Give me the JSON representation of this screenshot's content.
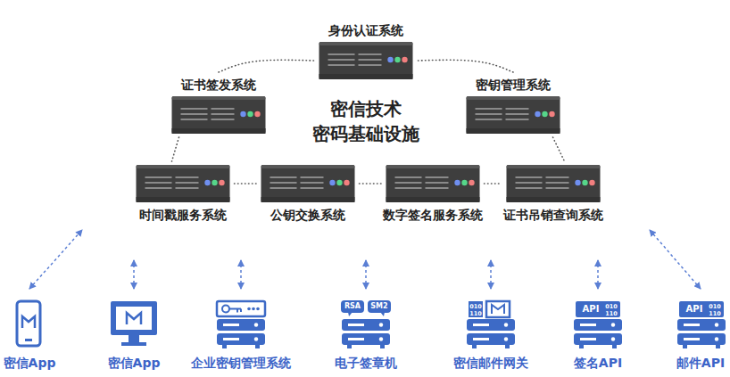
{
  "diagram": {
    "nodes": [
      {
        "text": [
          "密信技术 密码基础设施"
        ]
      },
      {
        "text": [
          "身份认证系统"
        ],
        "in": 0
      },
      {
        "text": [
          "证书签发系统"
        ],
        "in": 0
      },
      {
        "text": [
          "密钥管理系统"
        ],
        "in": 0
      },
      {
        "text": [
          "时间戳服务系统"
        ],
        "in": 0
      },
      {
        "text": [
          "公钥交换系统"
        ],
        "in": 0
      },
      {
        "text": [
          "数字签名服务系统"
        ],
        "in": 0
      },
      {
        "text": [
          "证书吊销查询系统"
        ],
        "in": 0
      },
      {
        "text": [
          "密信App"
        ]
      },
      {
        "text": [
          "密信App"
        ]
      },
      {
        "text": [
          "企业密钥管理系统"
        ]
      },
      {
        "text": [
          "电子签章机"
        ]
      },
      {
        "text": [
          "密信邮件网关"
        ]
      },
      {
        "text": [
          "签名API"
        ]
      },
      {
        "text": [
          "邮件API"
        ]
      }
    ],
    "edges": [
      {
        "from": 1,
        "to": 2,
        "arrow": "none"
      },
      {
        "from": 1,
        "to": 3,
        "arrow": "none"
      },
      {
        "from": 2,
        "to": 4,
        "arrow": "none"
      },
      {
        "from": 3,
        "to": 7,
        "arrow": "none"
      },
      {
        "from": 4,
        "to": 5,
        "arrow": "none"
      },
      {
        "from": 5,
        "to": 6,
        "arrow": "none"
      },
      {
        "from": 6,
        "to": 7,
        "arrow": "none"
      },
      {
        "from": 8,
        "to": 0,
        "arrow": "both"
      },
      {
        "from": 9,
        "to": 0,
        "arrow": "both"
      },
      {
        "from": 10,
        "to": 0,
        "arrow": "both"
      },
      {
        "from": 11,
        "to": 0,
        "arrow": "both"
      },
      {
        "from": 12,
        "to": 0,
        "arrow": "both"
      },
      {
        "from": 13,
        "to": 0,
        "arrow": "both"
      },
      {
        "from": 14,
        "to": 0,
        "arrow": "both"
      }
    ],
    "labels": [
      "RSA",
      "SM2",
      "010",
      "110",
      "API",
      "010",
      "110",
      "API",
      "010",
      "110"
    ]
  }
}
